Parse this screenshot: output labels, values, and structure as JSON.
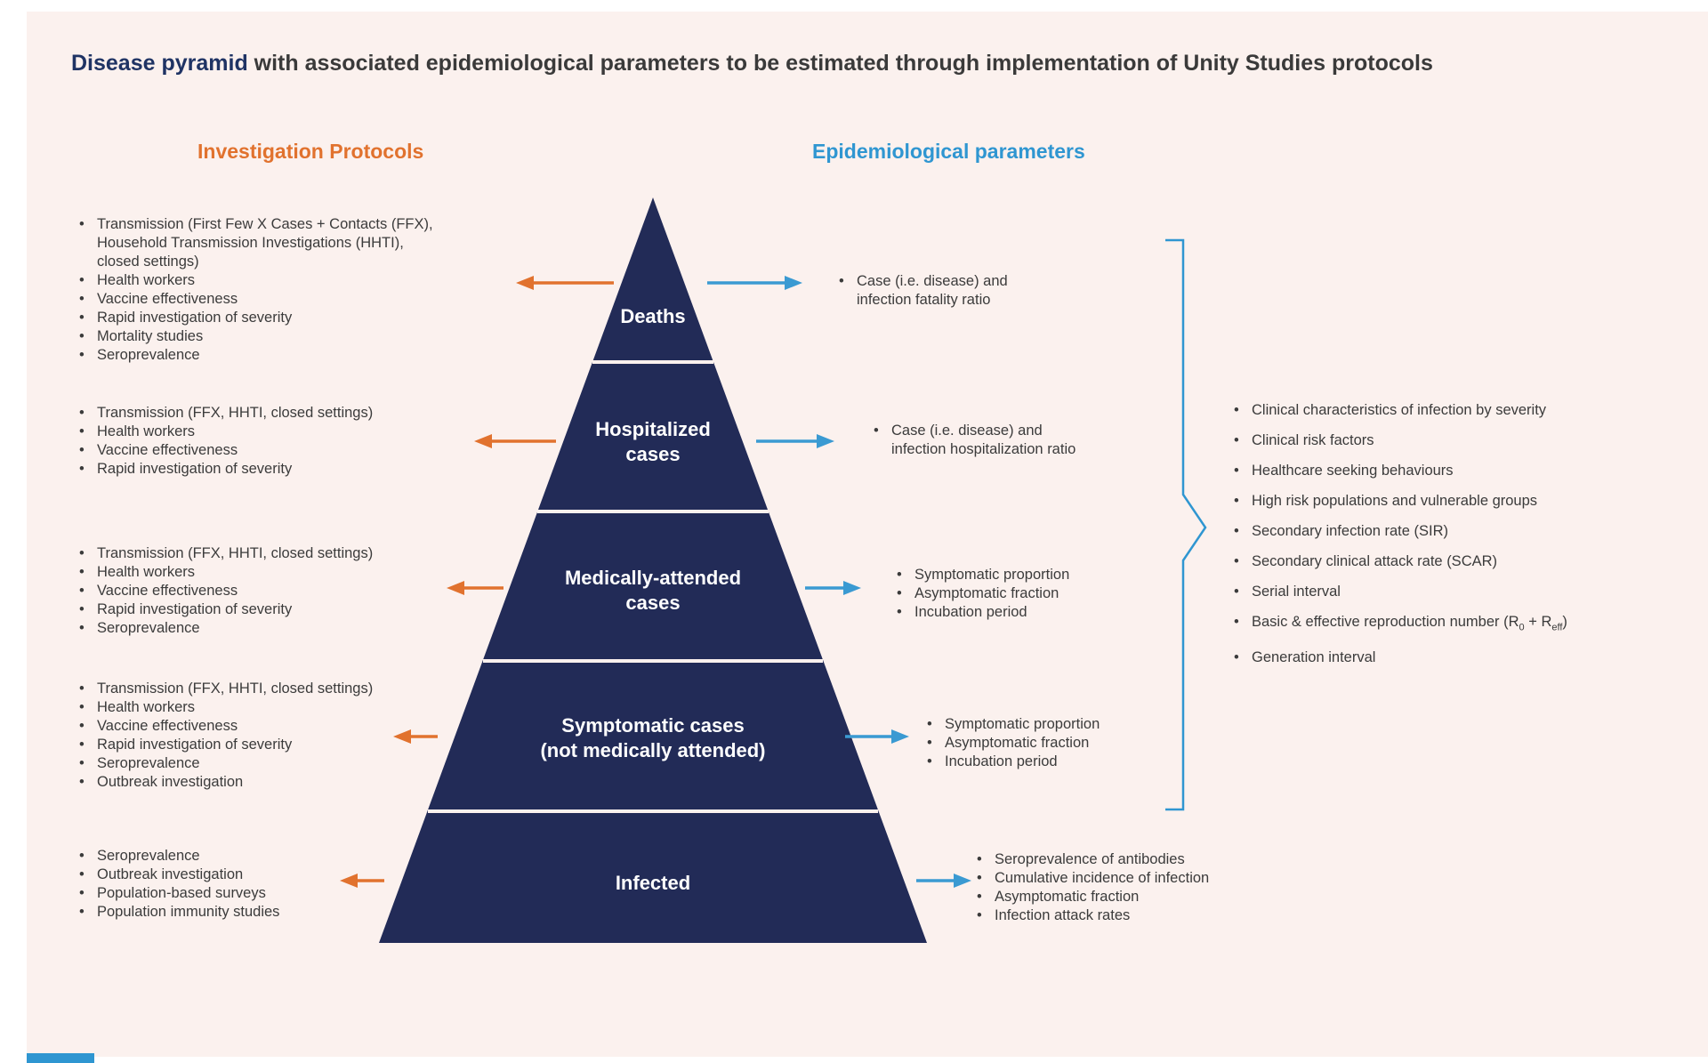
{
  "title": {
    "highlight": "Disease pyramid",
    "rest": " with associated epidemiological parameters to be estimated through implementation of Unity Studies protocols"
  },
  "headers": {
    "left": "Investigation Protocols",
    "right": "Epidemiological parameters"
  },
  "pyramid": {
    "levels": [
      {
        "label": "Deaths"
      },
      {
        "label": "Hospitalized\ncases"
      },
      {
        "label": "Medically-attended\ncases"
      },
      {
        "label": "Symptomatic cases\n(not medically attended)"
      },
      {
        "label": "Infected"
      }
    ]
  },
  "left_lists": [
    {
      "items": [
        "Transmission (First Few X Cases + Contacts (FFX),\nHousehold Transmission Investigations (HHTI),\nclosed settings)",
        "Health workers",
        "Vaccine effectiveness",
        "Rapid investigation of severity",
        "Mortality studies",
        "Seroprevalence"
      ]
    },
    {
      "items": [
        "Transmission (FFX, HHTI, closed settings)",
        "Health workers",
        "Vaccine effectiveness",
        "Rapid investigation of severity"
      ]
    },
    {
      "items": [
        "Transmission (FFX, HHTI, closed settings)",
        "Health workers",
        "Vaccine effectiveness",
        "Rapid investigation of severity",
        "Seroprevalence"
      ]
    },
    {
      "items": [
        "Transmission (FFX, HHTI, closed settings)",
        "Health workers",
        "Vaccine effectiveness",
        "Rapid investigation of severity",
        "Seroprevalence",
        "Outbreak investigation"
      ]
    },
    {
      "items": [
        "Seroprevalence",
        "Outbreak investigation",
        "Population-based surveys",
        "Population immunity studies"
      ]
    }
  ],
  "right_lists": [
    {
      "items": [
        "Case (i.e. disease) and\ninfection fatality ratio"
      ]
    },
    {
      "items": [
        "Case (i.e. disease) and\ninfection hospitalization ratio"
      ]
    },
    {
      "items": [
        "Symptomatic proportion",
        "Asymptomatic fraction",
        "Incubation period"
      ]
    },
    {
      "items": [
        "Symptomatic proportion",
        "Asymptomatic fraction",
        "Incubation period"
      ]
    },
    {
      "items": [
        "Seroprevalence of antibodies",
        "Cumulative incidence of infection",
        "Asymptomatic fraction",
        "Infection attack rates"
      ]
    }
  ],
  "right_summary": {
    "items": [
      "Clinical characteristics of infection by severity",
      "Clinical risk factors",
      "Healthcare seeking behaviours",
      "High risk populations and vulnerable groups",
      "Secondary infection rate (SIR)",
      "Secondary clinical attack rate (SCAR)",
      "Serial interval",
      {
        "pre": "Basic & effective reproduction number (R",
        "sub_a": "0",
        "mid": " + R",
        "sub_b": "eff",
        "post": ")"
      },
      "Generation interval"
    ]
  },
  "colors": {
    "background_panel": "#fbf1ee",
    "pyramid_navy": "#222b57",
    "orange_accent": "#e1722e",
    "blue_accent": "#2f96d1",
    "title_navy": "#1f3364",
    "body_text": "#3b3b3b"
  }
}
